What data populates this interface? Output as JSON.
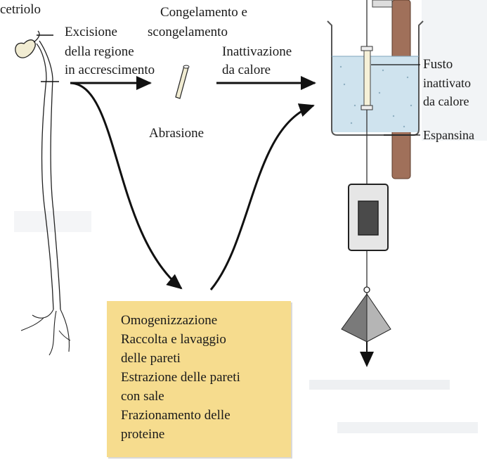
{
  "labels": {
    "coleoptile": "cetriolo",
    "excision": [
      "Excisione",
      "della regione",
      "in accrescimento"
    ],
    "freeze_thaw": [
      "Congelamento e",
      "scongelamento"
    ],
    "abrasion": "Abrasione",
    "heat_inactivation": [
      "Inattivazione",
      "da calore"
    ],
    "stem": [
      "Fusto",
      "inattivato",
      "da calore"
    ],
    "expansin": "Espansina"
  },
  "procedure": {
    "steps": [
      "Omogenizzazione",
      "Raccolta e lavaggio",
      "delle pareti",
      "Estrazione delle pareti",
      "con sale",
      "Frazionamento delle",
      "proteine"
    ]
  },
  "colors": {
    "procedure_box": "#f6dc8e",
    "beaker_liquid": "#cfe3ee",
    "support_rod": "#a0705a",
    "arrow": "#111111"
  }
}
